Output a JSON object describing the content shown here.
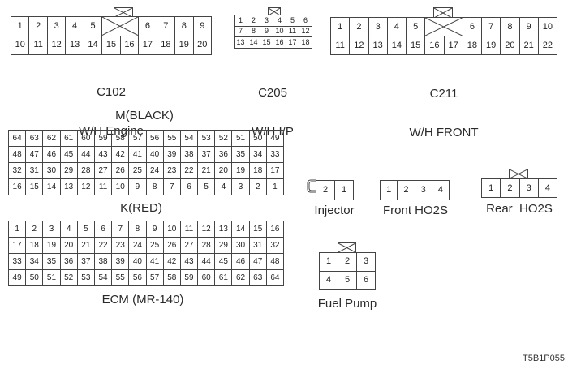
{
  "document_id": "T5B1P055",
  "connectors": {
    "c102": {
      "id": "C102",
      "name": "W/H Engine",
      "lock": true,
      "rows": [
        [
          "1",
          "2",
          "3",
          "4",
          "5",
          null,
          null,
          "6",
          "7",
          "8",
          "9"
        ],
        [
          "10",
          "11",
          "12",
          "13",
          "14",
          "15",
          "16",
          "17",
          "18",
          "19",
          "20"
        ]
      ]
    },
    "c205": {
      "id": "C205",
      "name": "W/H I/P",
      "lock": true,
      "rows": [
        [
          "1",
          "2",
          "3",
          "4",
          "5",
          "6"
        ],
        [
          "7",
          "8",
          "9",
          "10",
          "11",
          "12"
        ],
        [
          "13",
          "14",
          "15",
          "16",
          "17",
          "18"
        ]
      ]
    },
    "c211": {
      "id": "C211",
      "name": "W/H FRONT",
      "lock": true,
      "rows": [
        [
          "1",
          "2",
          "3",
          "4",
          "5",
          null,
          null,
          "6",
          "7",
          "8",
          "9",
          "10"
        ],
        [
          "11",
          "12",
          "13",
          "14",
          "15",
          "16",
          "17",
          "18",
          "19",
          "20",
          "21",
          "22"
        ]
      ]
    },
    "ecm": {
      "title": "ECM (MR-140)",
      "m": {
        "label": "M(BLACK)",
        "rows": [
          [
            "64",
            "63",
            "62",
            "61",
            "60",
            "59",
            "58",
            "57",
            "56",
            "55",
            "54",
            "53",
            "52",
            "51",
            "50",
            "49"
          ],
          [
            "48",
            "47",
            "46",
            "45",
            "44",
            "43",
            "42",
            "41",
            "40",
            "39",
            "38",
            "37",
            "36",
            "35",
            "34",
            "33"
          ],
          [
            "32",
            "31",
            "30",
            "29",
            "28",
            "27",
            "26",
            "25",
            "24",
            "23",
            "22",
            "21",
            "20",
            "19",
            "18",
            "17"
          ],
          [
            "16",
            "15",
            "14",
            "13",
            "12",
            "11",
            "10",
            "9",
            "8",
            "7",
            "6",
            "5",
            "4",
            "3",
            "2",
            "1"
          ]
        ]
      },
      "k": {
        "label": "K(RED)",
        "rows": [
          [
            "1",
            "2",
            "3",
            "4",
            "5",
            "6",
            "7",
            "8",
            "9",
            "10",
            "11",
            "12",
            "13",
            "14",
            "15",
            "16"
          ],
          [
            "17",
            "18",
            "19",
            "20",
            "21",
            "22",
            "23",
            "24",
            "25",
            "26",
            "27",
            "28",
            "29",
            "30",
            "31",
            "32"
          ],
          [
            "33",
            "34",
            "35",
            "36",
            "37",
            "38",
            "39",
            "40",
            "41",
            "42",
            "43",
            "44",
            "45",
            "46",
            "47",
            "48"
          ],
          [
            "49",
            "50",
            "51",
            "52",
            "53",
            "54",
            "55",
            "56",
            "57",
            "58",
            "59",
            "60",
            "61",
            "62",
            "63",
            "64"
          ]
        ]
      }
    },
    "injector": {
      "name": "Injector",
      "clip": true,
      "rows": [
        [
          "2",
          "1"
        ]
      ]
    },
    "front_ho2s": {
      "name": "Front HO2S",
      "rows": [
        [
          "1",
          "2",
          "3",
          "4"
        ]
      ]
    },
    "rear_ho2s": {
      "name": "Rear  HO2S",
      "lock": true,
      "rows": [
        [
          "1",
          "2",
          "3",
          "4"
        ]
      ]
    },
    "fuel_pump": {
      "name": "Fuel Pump",
      "lock": true,
      "rows": [
        [
          "1",
          "2",
          "3"
        ],
        [
          "4",
          "5",
          "6"
        ]
      ]
    }
  }
}
